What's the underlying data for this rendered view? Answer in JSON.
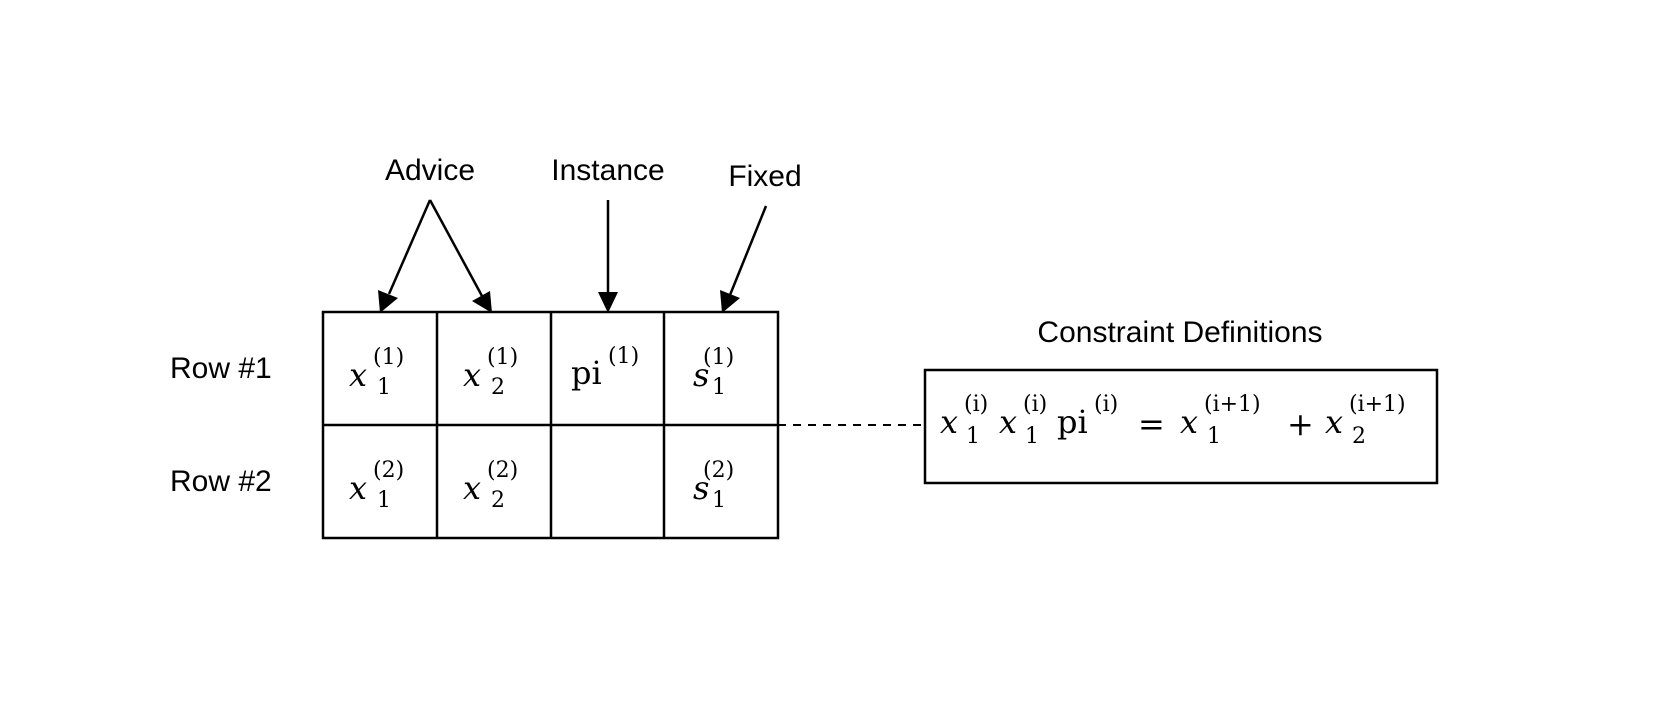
{
  "labels": {
    "advice": "Advice",
    "instance": "Instance",
    "fixed": "Fixed",
    "row1": "Row #1",
    "row2": "Row #2",
    "constraint_title": "Constraint Definitions"
  },
  "cells": {
    "r1c1": {
      "base": "x",
      "sub": "1",
      "sup": "(1)"
    },
    "r1c2": {
      "base": "x",
      "sub": "2",
      "sup": "(1)"
    },
    "r1c3": {
      "base": "pi",
      "sub": "",
      "sup": "(1)"
    },
    "r1c4": {
      "base": "s",
      "sub": "1",
      "sup": "(1)"
    },
    "r2c1": {
      "base": "x",
      "sub": "1",
      "sup": "(2)"
    },
    "r2c2": {
      "base": "x",
      "sub": "2",
      "sup": "(2)"
    },
    "r2c4": {
      "base": "s",
      "sub": "1",
      "sup": "(2)"
    }
  },
  "constraint": {
    "t1": {
      "base": "x",
      "sub": "1",
      "sup": "(i)"
    },
    "t2": {
      "base": "x",
      "sub": "1",
      "sup": "(i)"
    },
    "t3": {
      "base": "pi",
      "sup": "(i)"
    },
    "equals": "=",
    "t4": {
      "base": "x",
      "sub": "1",
      "sup": "(i+1)"
    },
    "plus": "+",
    "t5": {
      "base": "x",
      "sub": "2",
      "sup": "(i+1)"
    }
  }
}
